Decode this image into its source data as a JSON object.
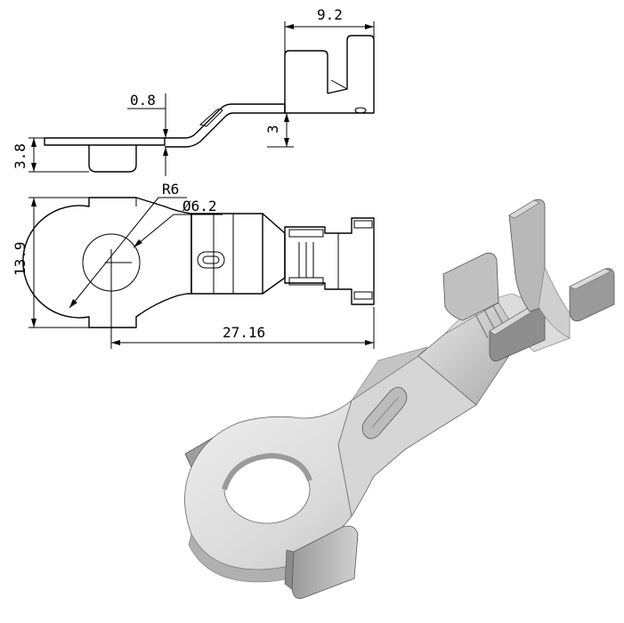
{
  "title": "Ring terminal technical drawing",
  "side_view": {
    "dim_width_top": "9.2",
    "dim_thickness": "0.8",
    "dim_step_height": "3",
    "dim_total_height": "3.8"
  },
  "top_view": {
    "dim_radius": "R6",
    "dim_hole": "Ø6.2",
    "dim_width": "13.9",
    "dim_length": "27.16"
  },
  "colors": {
    "line": "#000000",
    "metal_light": "#e6e6e6",
    "metal_mid": "#bdbdbd",
    "metal_dark": "#8a8a8a"
  }
}
